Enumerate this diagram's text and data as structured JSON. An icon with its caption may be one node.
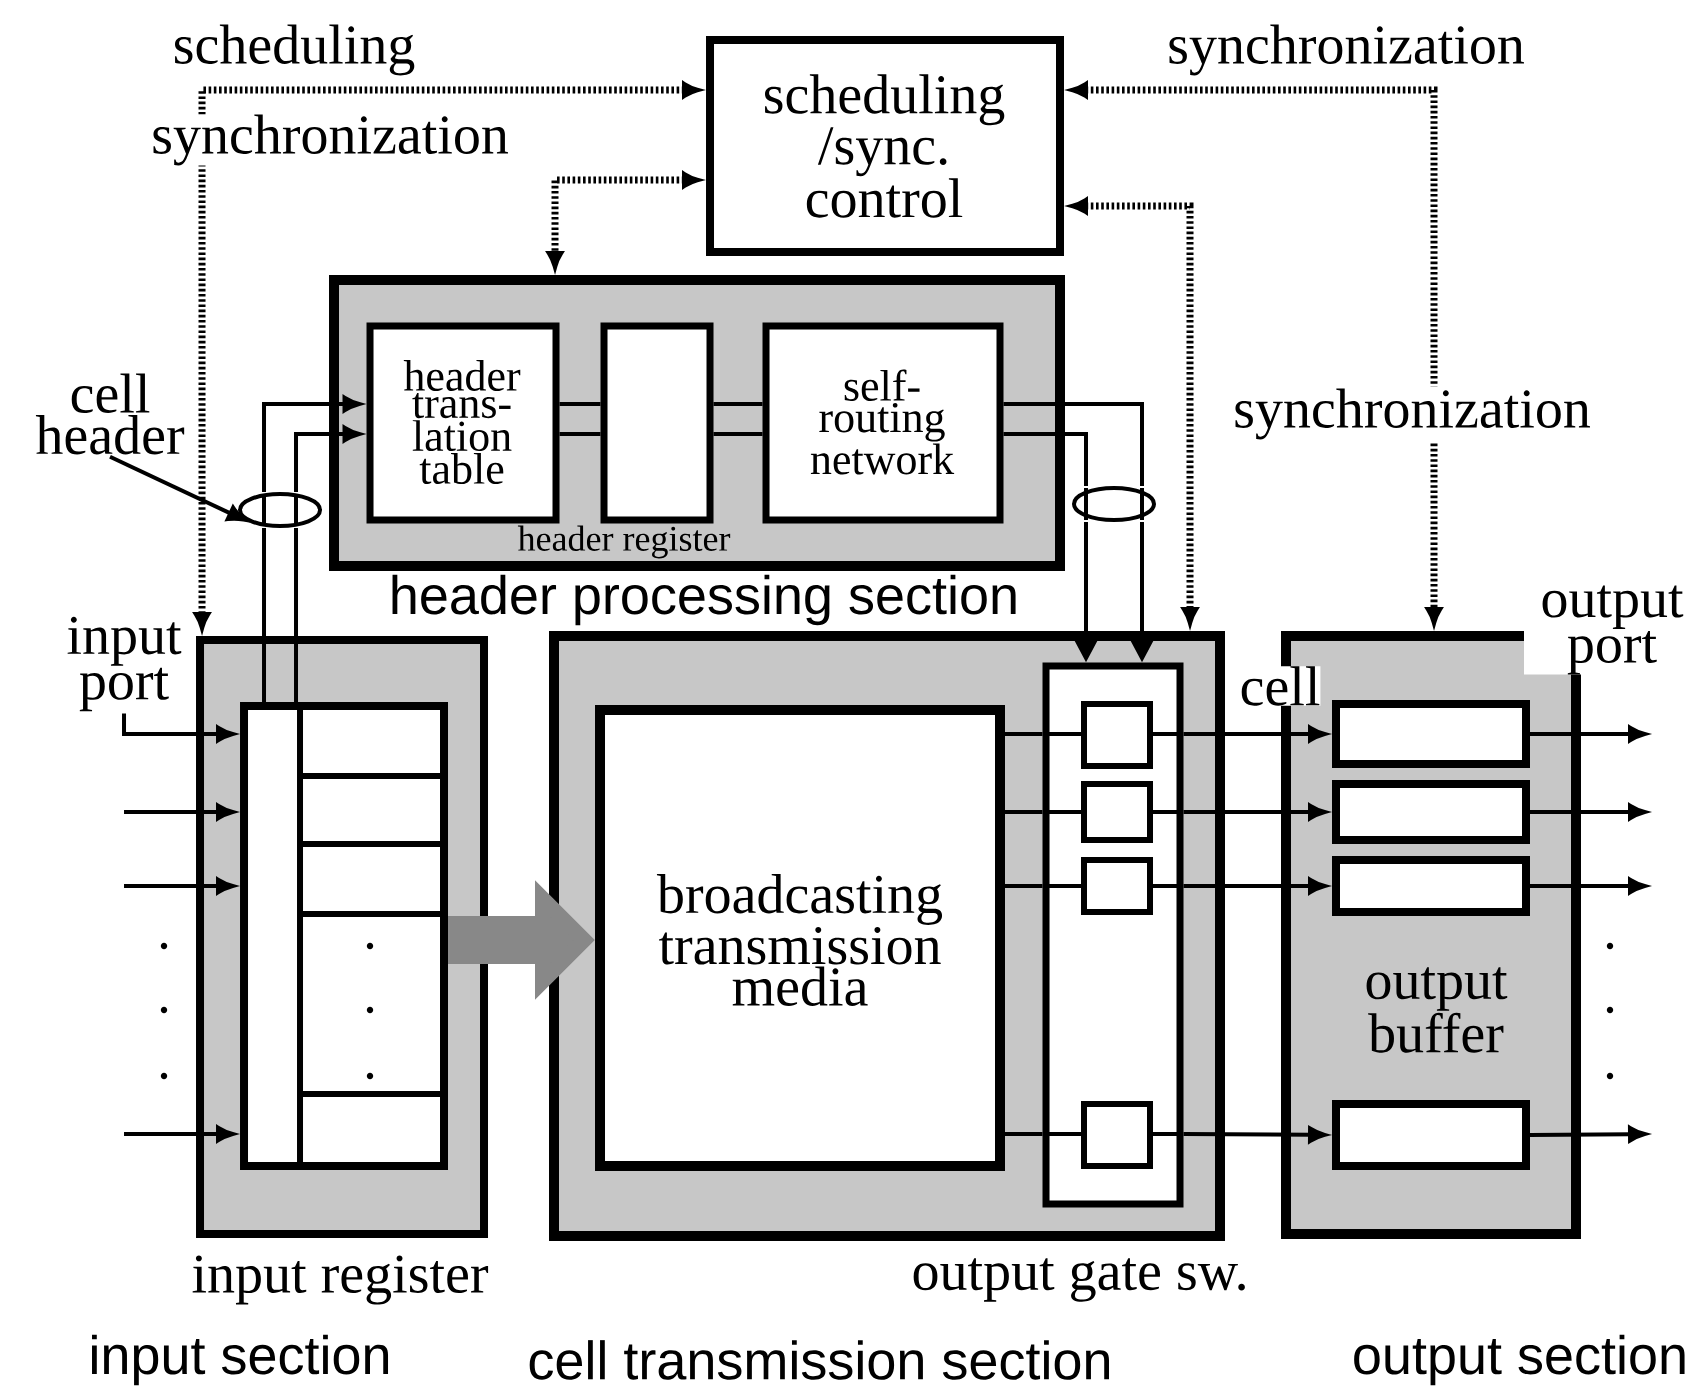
{
  "diagram": {
    "nodes": [
      {
        "text": [
          "scheduling /sync. control"
        ]
      },
      {
        "text": [
          "header processing section"
        ]
      },
      {
        "text": [
          "header trans- lation table"
        ],
        "in": 1
      },
      {
        "text": [
          "header register"
        ],
        "in": 1
      },
      {
        "text": [
          "self- routing network"
        ],
        "in": 1
      },
      {
        "text": [
          "cell header"
        ]
      },
      {
        "text": [
          "input section"
        ]
      },
      {
        "text": [
          "input register"
        ],
        "in": 6
      },
      {
        "text": [
          "cell transmission section"
        ]
      },
      {
        "text": [
          "broadcasting transmission media"
        ],
        "in": 8
      },
      {
        "text": [
          "output gate sw."
        ],
        "in": 8
      },
      {
        "text": [
          "output buffer",
          "output section"
        ]
      },
      {
        "text": [],
        "shape": "box",
        "in": 11
      },
      {
        "text": [],
        "shape": "box",
        "in": 11
      },
      {
        "text": [],
        "shape": "box",
        "in": 11
      },
      {
        "text": [],
        "shape": "box",
        "in": 11
      },
      {
        "text": [
          "input port"
        ]
      },
      {
        "text": [],
        "shape": "ellipse"
      },
      {
        "text": [],
        "shape": "ellipse"
      }
    ],
    "edges": [
      {
        "from": 0,
        "to": 6,
        "arrow": "both",
        "style": "dashed",
        "label": "scheduling"
      },
      {
        "from": 0,
        "to": 1,
        "arrow": "both",
        "style": "dashed"
      },
      {
        "from": 0,
        "to": 8,
        "arrow": "both",
        "style": "dashed",
        "label": "synchronization"
      },
      {
        "from": 0,
        "to": 11,
        "arrow": "both",
        "style": "dashed",
        "label": "synchronization"
      },
      {
        "from": 7,
        "to": 17,
        "arrow": "none"
      },
      {
        "from": 7,
        "to": 17,
        "arrow": "none"
      },
      {
        "from": 2,
        "to": 3,
        "arrow": "none"
      },
      {
        "from": 2,
        "to": 3,
        "arrow": "none"
      },
      {
        "from": 3,
        "to": 4,
        "arrow": "none"
      },
      {
        "from": 3,
        "to": 4,
        "arrow": "none"
      },
      {
        "from": 4,
        "to": 18,
        "arrow": "none"
      },
      {
        "from": 4,
        "to": 18,
        "arrow": "none"
      },
      {
        "from": 5,
        "to": 17,
        "arrow": "to"
      },
      {
        "from": 16,
        "to": 7,
        "arrow": "to"
      },
      {
        "from": null,
        "to": 7,
        "arrow": "to"
      },
      {
        "from": null,
        "to": 7,
        "arrow": "to"
      },
      {
        "from": null,
        "to": 7,
        "arrow": "to"
      },
      {
        "from": 7,
        "to": 9,
        "arrow": "to",
        "style": "thick",
        "color": "#888888"
      },
      {
        "from": 9,
        "to": 10,
        "arrow": "none"
      },
      {
        "from": 9,
        "to": 10,
        "arrow": "none"
      },
      {
        "from": 9,
        "to": 10,
        "arrow": "none"
      },
      {
        "from": 9,
        "to": 10,
        "arrow": "none"
      },
      {
        "from": 10,
        "to": 12,
        "arrow": "to"
      },
      {
        "from": 10,
        "to": 13,
        "arrow": "to"
      },
      {
        "from": 10,
        "to": 14,
        "arrow": "to"
      },
      {
        "from": 10,
        "to": 15,
        "arrow": "to"
      },
      {
        "from": 12,
        "to": null,
        "arrow": "to"
      },
      {
        "from": 13,
        "to": null,
        "arrow": "to"
      },
      {
        "from": 14,
        "to": null,
        "arrow": "to"
      },
      {
        "from": 15,
        "to": null,
        "arrow": "to"
      },
      {
        "from": 17,
        "to": 2,
        "arrow": "to"
      },
      {
        "from": 17,
        "to": 2,
        "arrow": "to"
      },
      {
        "from": 18,
        "to": 10,
        "arrow": "to"
      },
      {
        "from": 18,
        "to": 10,
        "arrow": "to"
      }
    ],
    "labels": [
      "synchronization",
      "cell",
      "output port"
    ]
  }
}
